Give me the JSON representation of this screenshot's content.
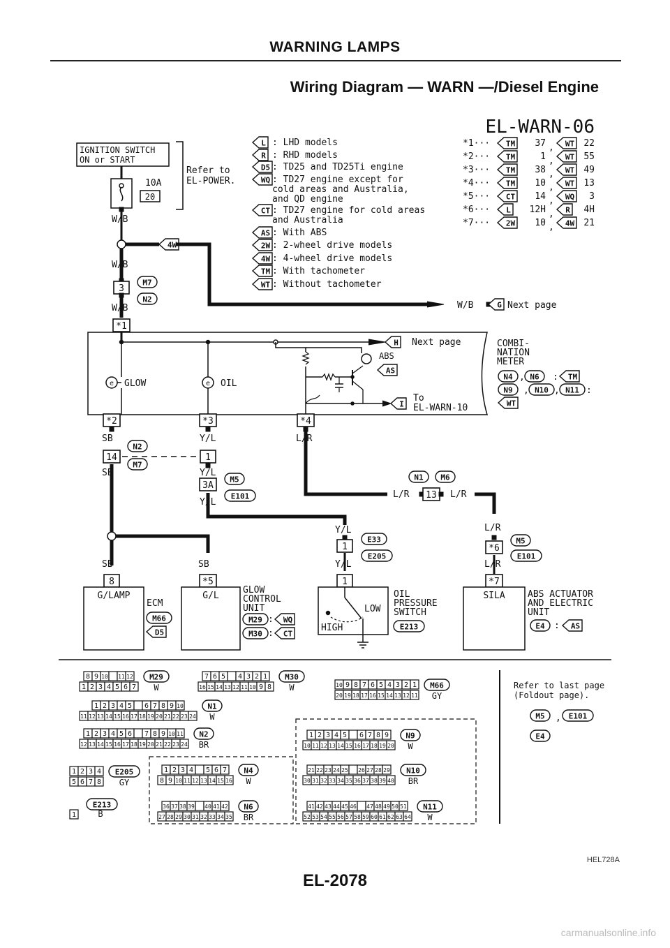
{
  "header": "WARNING LAMPS",
  "title": "Wiring Diagram — WARN —/Diesel Engine",
  "diagram_id": "EL-WARN-06",
  "power": {
    "switch_label": [
      "IGNITION SWITCH",
      "ON or START"
    ],
    "fuse_amp": "10A",
    "fuse_no": "20",
    "refer": [
      "Refer to",
      "EL-POWER."
    ]
  },
  "legend": [
    {
      "code": "L",
      "text": [
        "LHD models"
      ]
    },
    {
      "code": "R",
      "text": [
        "RHD models"
      ]
    },
    {
      "code": "D5",
      "text": [
        "TD25 and TD25Ti engine"
      ]
    },
    {
      "code": "WQ",
      "text": [
        "TD27 engine except for",
        "cold areas and Australia,",
        "and QD engine"
      ]
    },
    {
      "code": "CT",
      "text": [
        "TD27 engine for cold areas",
        "and Australia"
      ]
    },
    {
      "code": "AS",
      "text": [
        "With ABS"
      ]
    },
    {
      "code": "2W",
      "text": [
        "2-wheel drive models"
      ]
    },
    {
      "code": "4W",
      "text": [
        "4-wheel drive models"
      ]
    },
    {
      "code": "TM",
      "text": [
        "With tachometer"
      ]
    },
    {
      "code": "WT",
      "text": [
        "Without tachometer"
      ]
    }
  ],
  "footnotes": [
    {
      "n": "*1···",
      "a": "TM",
      "av": "37",
      "b": "WT",
      "bv": "22"
    },
    {
      "n": "*2···",
      "a": "TM",
      "av": "1",
      "b": "WT",
      "bv": "55"
    },
    {
      "n": "*3···",
      "a": "TM",
      "av": "38",
      "b": "WT",
      "bv": "49"
    },
    {
      "n": "*4···",
      "a": "TM",
      "av": "10",
      "b": "WT",
      "bv": "13"
    },
    {
      "n": "*5···",
      "a": "CT",
      "av": "14",
      "b": "WQ",
      "bv": "3"
    },
    {
      "n": "*6···",
      "a": "L",
      "av": "12H",
      "b": "R",
      "bv": "4H"
    },
    {
      "n": "*7···",
      "a": "2W",
      "av": "10",
      "b": "4W",
      "bv": "21"
    }
  ],
  "wires": {
    "wb": "W/B",
    "sb": "SB",
    "yl": "Y/L",
    "lr": "L/R"
  },
  "connectors": {
    "m7": "M7",
    "n2": "N2",
    "n1": "N1",
    "m6": "M6",
    "m5": "M5",
    "e101": "E101",
    "e33": "E33",
    "e205": "E205",
    "e213": "E213",
    "m66": "M66",
    "d5": "D5",
    "m29": "M29",
    "m30": "M30",
    "wq": "WQ",
    "ct": "CT",
    "e4": "E4",
    "as": "AS",
    "n4": "N4",
    "n6": "N6",
    "tm": "TM",
    "n9": "N9",
    "n10": "N10",
    "n11": "N11",
    "wt": "WT",
    "g": "G",
    "h": "H",
    "i": "I",
    "w4": "4W"
  },
  "pins": {
    "p3": "3",
    "s1": "*1",
    "s2": "*2",
    "s3": "*3",
    "s4": "*4",
    "p14": "14",
    "p1": "1",
    "p3a": "3A",
    "p13": "13",
    "s6": "*6",
    "p8": "8",
    "s5": "*5",
    "s7": "*7"
  },
  "text": {
    "next_page": "Next page",
    "to": "To",
    "warn10": "EL-WARN-10",
    "abs": "ABS",
    "glow": "GLOW",
    "oil": "OIL",
    "combi": [
      "COMBI-",
      "NATION",
      "METER"
    ],
    "ecm": "ECM",
    "glamp": "G/LAMP",
    "gl": "G/L",
    "glow_unit": [
      "GLOW",
      "CONTROL",
      "UNIT"
    ],
    "oil_switch": [
      "OIL",
      "PRESSURE",
      "SWITCH"
    ],
    "low": "LOW",
    "high": "HIGH",
    "sila": "SILA",
    "abs_unit": [
      "ABS ACTUATOR",
      "AND ELECTRIC",
      "UNIT"
    ],
    "colon": ":",
    "comma": ","
  },
  "conn_views": {
    "m29": {
      "label": "M29",
      "color": "W",
      "top": [
        "8",
        "9",
        "10",
        "",
        "11",
        "12"
      ],
      "bottom": [
        "1",
        "2",
        "3",
        "4",
        "5",
        "6",
        "7"
      ]
    },
    "m30": {
      "label": "M30",
      "color": "W",
      "top": [
        "7",
        "6",
        "5",
        "",
        "4",
        "3",
        "2",
        "1"
      ],
      "bottom": [
        "16",
        "15",
        "14",
        "13",
        "12",
        "11",
        "10",
        "9",
        "8"
      ]
    },
    "m66": {
      "label": "M66",
      "color": "GY",
      "top": [
        "10",
        "9",
        "8",
        "7",
        "6",
        "5",
        "4",
        "3",
        "2",
        "1"
      ],
      "bottom": [
        "20",
        "19",
        "18",
        "17",
        "16",
        "15",
        "14",
        "13",
        "12",
        "11"
      ]
    },
    "n1": {
      "label": "N1",
      "color": "W",
      "top": [
        "1",
        "2",
        "3",
        "4",
        "5",
        "",
        "6",
        "7",
        "8",
        "9",
        "10"
      ],
      "bottom": [
        "11",
        "12",
        "13",
        "14",
        "15",
        "16",
        "17",
        "18",
        "19",
        "20",
        "21",
        "22",
        "23",
        "24"
      ]
    },
    "n2": {
      "label": "N2",
      "color": "BR",
      "top": [
        "1",
        "2",
        "3",
        "4",
        "5",
        "6",
        "",
        "7",
        "8",
        "9",
        "10",
        "11"
      ],
      "bottom": [
        "12",
        "13",
        "14",
        "15",
        "16",
        "17",
        "18",
        "19",
        "20",
        "21",
        "22",
        "23",
        "24"
      ]
    },
    "e205": {
      "label": "E205",
      "color": "GY",
      "top": [
        "1",
        "2",
        "3",
        "4"
      ],
      "bottom": [
        "5",
        "6",
        "7",
        "8"
      ]
    },
    "e213": {
      "label": "E213",
      "color": "B",
      "top": [
        "1"
      ]
    },
    "n4": {
      "label": "N4",
      "color": "W",
      "top": [
        "1",
        "2",
        "3",
        "4",
        "",
        "5",
        "6",
        "7"
      ],
      "bottom": [
        "8",
        "9",
        "10",
        "11",
        "12",
        "13",
        "14",
        "15",
        "16"
      ]
    },
    "n6": {
      "label": "N6",
      "color": "BR",
      "top": [
        "36",
        "37",
        "38",
        "39",
        "",
        "40",
        "41",
        "42"
      ],
      "bottom": [
        "27",
        "28",
        "29",
        "30",
        "31",
        "32",
        "33",
        "34",
        "35"
      ]
    },
    "n9": {
      "label": "N9",
      "color": "W",
      "top": [
        "1",
        "2",
        "3",
        "4",
        "5",
        "",
        "6",
        "7",
        "8",
        "9"
      ],
      "bottom": [
        "10",
        "11",
        "12",
        "13",
        "14",
        "15",
        "16",
        "17",
        "18",
        "19",
        "20"
      ]
    },
    "n10": {
      "label": "N10",
      "color": "BR",
      "top": [
        "21",
        "22",
        "23",
        "24",
        "25",
        "",
        "26",
        "27",
        "28",
        "29"
      ],
      "bottom": [
        "30",
        "31",
        "32",
        "33",
        "34",
        "35",
        "36",
        "37",
        "38",
        "39",
        "40"
      ]
    },
    "n11": {
      "label": "N11",
      "color": "W",
      "top": [
        "41",
        "42",
        "43",
        "44",
        "45",
        "46",
        "",
        "47",
        "48",
        "49",
        "50",
        "51"
      ],
      "bottom": [
        "52",
        "53",
        "54",
        "55",
        "56",
        "57",
        "58",
        "59",
        "60",
        "61",
        "62",
        "63",
        "64"
      ]
    }
  },
  "refer_last": [
    "Refer to last page",
    "(Foldout page)."
  ],
  "refer_conn": [
    "M5",
    "E101",
    "E4"
  ],
  "ref_code": "HEL728A",
  "page_number": "EL-2078",
  "watermark": "carmanualsonline.info"
}
